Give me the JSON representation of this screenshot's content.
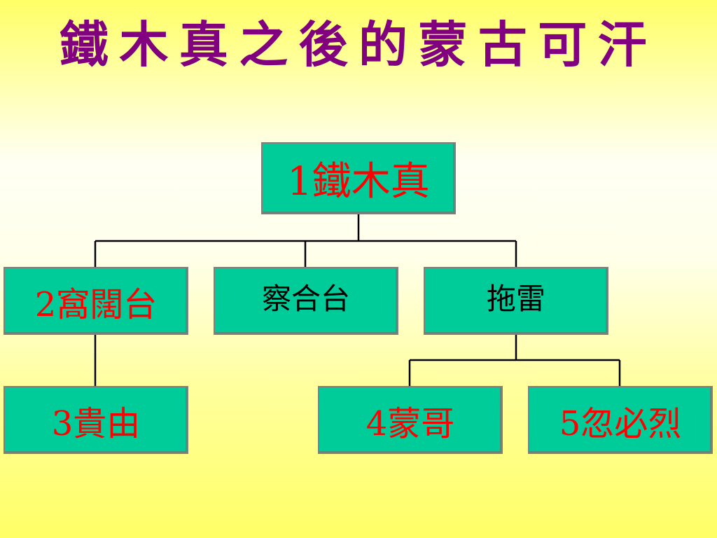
{
  "title": "鐵木真之後的蒙古可汗",
  "nodes": {
    "temujin": "1鐵木真",
    "ogedei": "2窩闊台",
    "chagatai": "察合台",
    "tolui": "拖雷",
    "guyuk": "3貴由",
    "mongke": "4蒙哥",
    "kublai": "5忽必烈"
  },
  "colors": {
    "background": "#ffff99",
    "title": "#800080",
    "node_fill": "#00cc99",
    "node_border": "#7f7f7f",
    "khan_text": "#ff0000",
    "other_text": "#000000",
    "connector": "#000000"
  }
}
